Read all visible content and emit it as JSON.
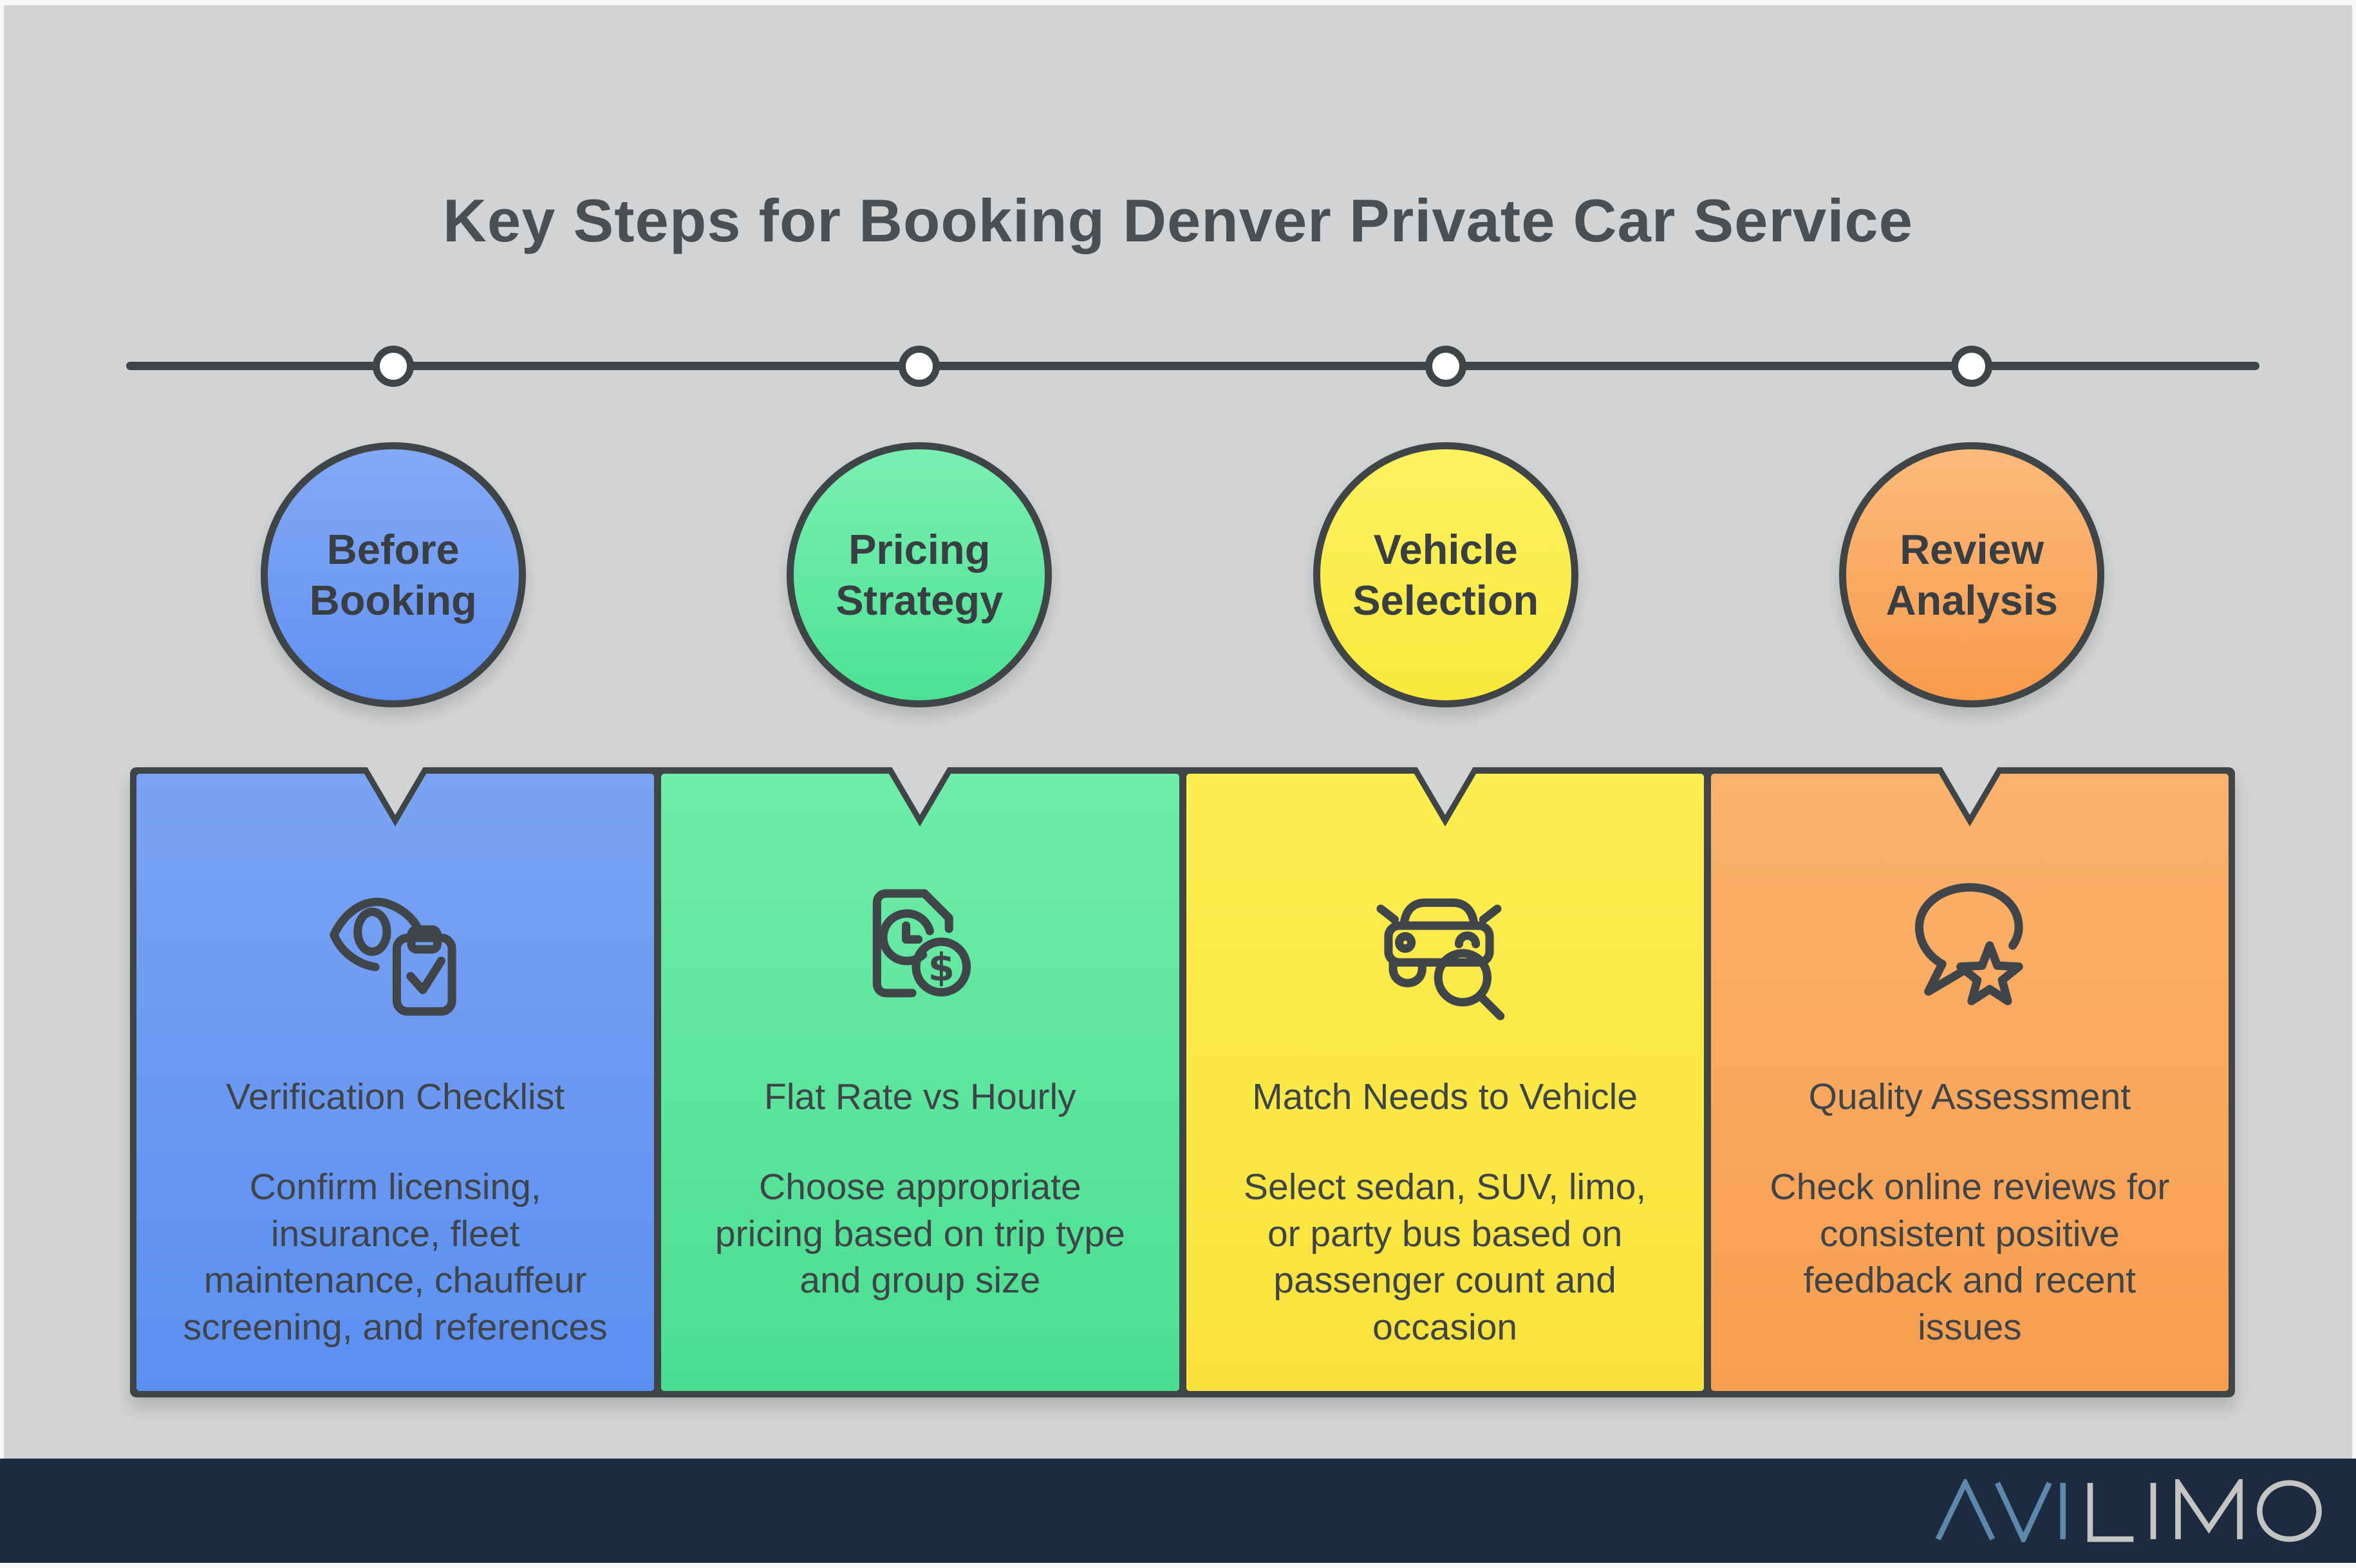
{
  "title": "Key Steps for Booking Denver Private Car Service",
  "steps": [
    {
      "circle_label": "Before\nBooking",
      "icon": "eye-clipboard-check-icon",
      "card_heading": "Verification Checklist",
      "card_body": "Confirm licensing,\ninsurance, fleet\nmaintenance, chauffeur\nscreening, and references",
      "accent_top": "#7ba3f3",
      "accent_bottom": "#5b8ff1"
    },
    {
      "circle_label": "Pricing\nStrategy",
      "icon": "document-clock-dollar-icon",
      "card_heading": "Flat Rate vs Hourly",
      "card_body": "Choose appropriate\npricing based on trip type\nand group size",
      "accent_top": "#6feca9",
      "accent_bottom": "#4ade91"
    },
    {
      "circle_label": "Vehicle\nSelection",
      "icon": "car-magnifier-icon",
      "card_heading": "Match Needs to Vehicle",
      "card_body": "Select sedan, SUV, limo,\nor party bus based on\npassenger count and\noccasion",
      "accent_top": "#fcee50",
      "accent_bottom": "#fae23c"
    },
    {
      "circle_label": "Review\nAnalysis",
      "icon": "speech-bubble-star-icon",
      "card_heading": "Quality Assessment",
      "card_body": "Check online reviews for\nconsistent positive\nfeedback and recent\nissues",
      "accent_top": "#fbb26c",
      "accent_bottom": "#f89e4f"
    }
  ],
  "timeline": {
    "dot_count": 4,
    "line_color": "#3f4447",
    "dot_fill": "#ffffff"
  },
  "footer": {
    "logo_part_blue": "AVI",
    "logo_part_gray": "LIMO",
    "background": "#1c2b3f",
    "logo_blue_color": "#5d87ab",
    "logo_gray_color": "#c4c5c2"
  },
  "palette": {
    "page_background": "#d2d3d4",
    "edge_light": "#f6f7f9",
    "outline_dark": "#3f4447",
    "text_dark": "#3f4448",
    "title_color": "#4a4f53"
  }
}
